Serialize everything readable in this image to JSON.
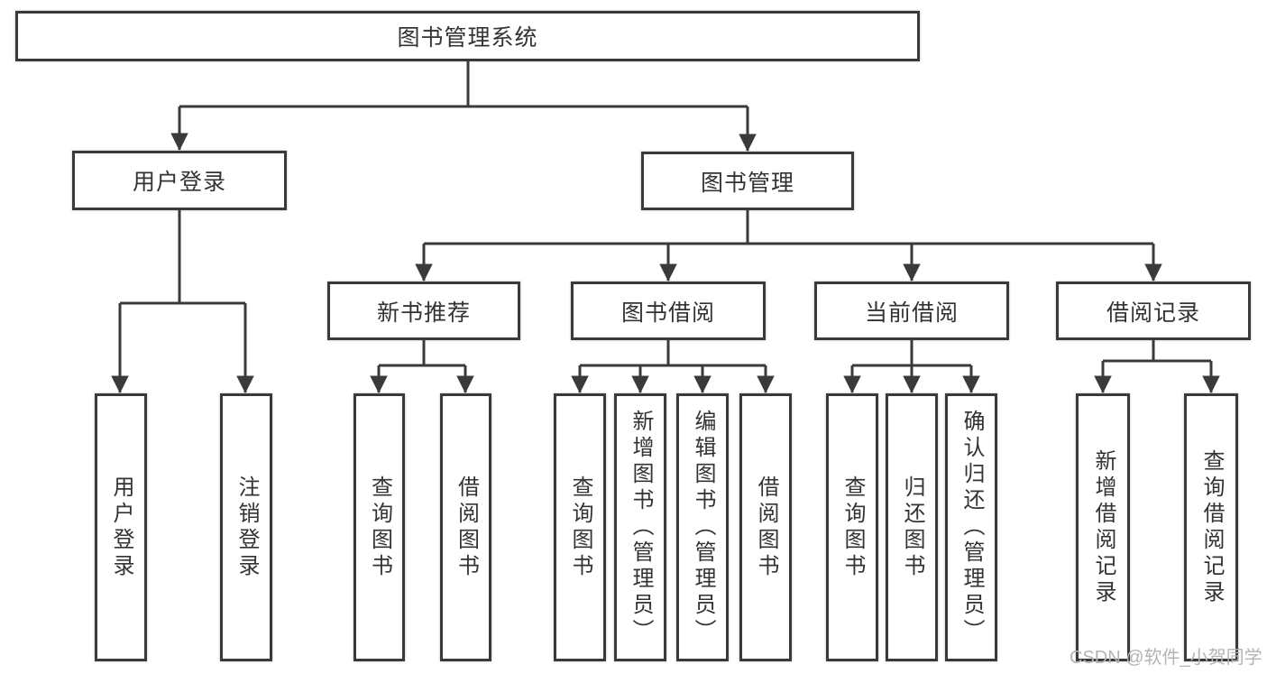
{
  "diagram": {
    "title": "图书管理系统",
    "branches": {
      "user_login": {
        "label": "用户登录",
        "children": {
          "login": "用户登录",
          "logout": "注销登录"
        }
      },
      "book_mgmt": {
        "label": "图书管理",
        "children": {
          "new_book": {
            "label": "新书推荐",
            "children": {
              "query": "查询图书",
              "borrow": "借阅图书"
            }
          },
          "book_borrow": {
            "label": "图书借阅",
            "children": {
              "query": "查询图书",
              "add": "新增图书（管理员）",
              "edit": "编辑图书（管理员）",
              "borrow": "借阅图书"
            }
          },
          "current_borrow": {
            "label": "当前借阅",
            "children": {
              "query": "查询图书",
              "return": "归还图书",
              "confirm": "确认归还（管理员）"
            }
          },
          "borrow_record": {
            "label": "借阅记录",
            "children": {
              "add": "新增借阅记录",
              "query": "查询借阅记录"
            }
          }
        }
      }
    }
  },
  "watermark": "CSDN @软件_小贺同学",
  "colors": {
    "line": "#3a3a3a",
    "text": "#333333",
    "background": "#ffffff",
    "watermark": "#b3b4b8"
  }
}
